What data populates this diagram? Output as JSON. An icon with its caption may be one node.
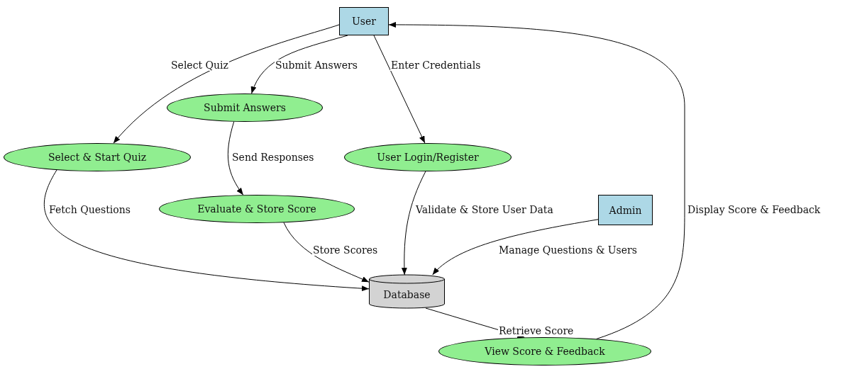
{
  "diagram": {
    "nodes": [
      {
        "text": [
          "User"
        ]
      },
      {
        "text": [
          "Submit Answers"
        ]
      },
      {
        "text": [
          "Select & Start Quiz"
        ]
      },
      {
        "text": [
          "User Login/Register"
        ]
      },
      {
        "text": [
          "Evaluate & Store Score"
        ]
      },
      {
        "text": [
          "Admin"
        ]
      },
      {
        "text": [
          "Database"
        ]
      },
      {
        "text": [
          "View Score & Feedback"
        ]
      }
    ],
    "edges": [
      {
        "from": 0,
        "to": 2,
        "arrow": "to",
        "label": "Select Quiz"
      },
      {
        "from": 0,
        "to": 1,
        "arrow": "to",
        "label": "Submit Answers"
      },
      {
        "from": 0,
        "to": 3,
        "arrow": "to",
        "label": "Enter Credentials"
      },
      {
        "from": 1,
        "to": 4,
        "arrow": "to",
        "label": "Send Responses"
      },
      {
        "from": 2,
        "to": 6,
        "arrow": "to",
        "label": "Fetch Questions"
      },
      {
        "from": 3,
        "to": 6,
        "arrow": "to",
        "label": "Validate & Store User Data"
      },
      {
        "from": 4,
        "to": 6,
        "arrow": "to",
        "label": "Store Scores"
      },
      {
        "from": 5,
        "to": 6,
        "arrow": "to",
        "label": "Manage Questions & Users"
      },
      {
        "from": 6,
        "to": 7,
        "arrow": "to",
        "label": "Retrieve Score"
      },
      {
        "from": 7,
        "to": 0,
        "arrow": "to",
        "label": "Display Score & Feedback"
      }
    ]
  }
}
